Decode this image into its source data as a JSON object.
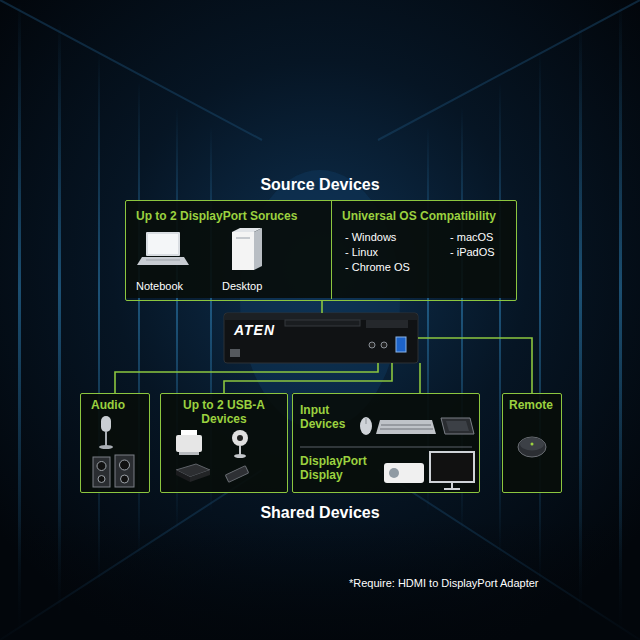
{
  "diagram": {
    "nodes": [
      {
        "text": [
          "Source Devices"
        ]
      },
      {
        "text": [
          "Up to 2 DisplayPort Soruces",
          "Notebook",
          "Desktop"
        ],
        "in": 0
      },
      {
        "text": [
          "Universal OS Compatibility",
          "- Windows",
          "- Linux",
          "- Chrome OS",
          "- macOS",
          "- iPadOS"
        ],
        "in": 0
      },
      {
        "text": [
          "ATEN"
        ]
      },
      {
        "text": [
          "Audio"
        ]
      },
      {
        "text": [
          "Up to 2 USB-A Devices"
        ]
      },
      {
        "text": [
          "Input Devices",
          "DisplayPort Display"
        ]
      },
      {
        "text": [
          "Remote"
        ]
      }
    ],
    "edges": [
      {
        "from": 0,
        "to": 3,
        "arrow": "none"
      },
      {
        "from": 3,
        "to": 4,
        "arrow": "none"
      },
      {
        "from": 3,
        "to": 5,
        "arrow": "none"
      },
      {
        "from": 3,
        "to": 6,
        "arrow": "none"
      },
      {
        "from": 3,
        "to": 7,
        "arrow": "none"
      }
    ],
    "labels": [
      "Shared Devices",
      "*Require: HDMI to DisplayPort Adapter"
    ]
  }
}
